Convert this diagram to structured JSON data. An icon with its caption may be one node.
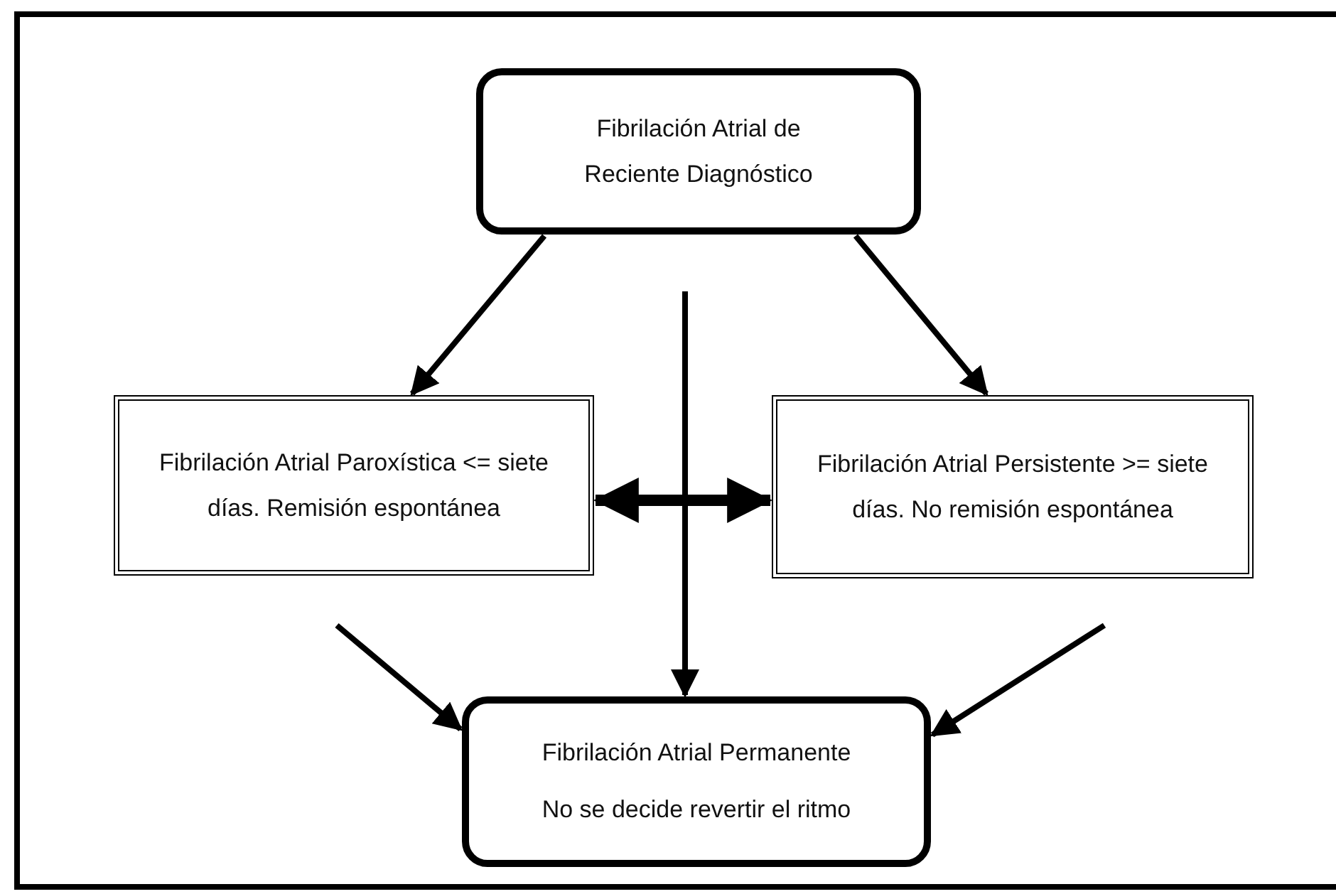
{
  "diagram": {
    "nodes": [
      {
        "text": [
          "Fibrilación Atrial de Reciente Diagnóstico"
        ]
      },
      {
        "text": [
          "Fibrilación Atrial Paroxística  <= siete días. Remisión espontánea"
        ]
      },
      {
        "text": [
          "Fibrilación Atrial Persistente >= siete días. No remisión espontánea"
        ]
      },
      {
        "text": [
          "Fibrilación Atrial Permanente",
          "No se decide revertir el ritmo"
        ]
      }
    ],
    "edges": [
      {
        "from": 0,
        "to": 1,
        "arrow": "to"
      },
      {
        "from": 0,
        "to": 2,
        "arrow": "to"
      },
      {
        "from": 0,
        "to": 3,
        "arrow": "to"
      },
      {
        "from": 1,
        "to": 2,
        "arrow": "both",
        "style": "thick"
      },
      {
        "from": 1,
        "to": 3,
        "arrow": "to"
      },
      {
        "from": 2,
        "to": 3,
        "arrow": "to"
      }
    ]
  }
}
